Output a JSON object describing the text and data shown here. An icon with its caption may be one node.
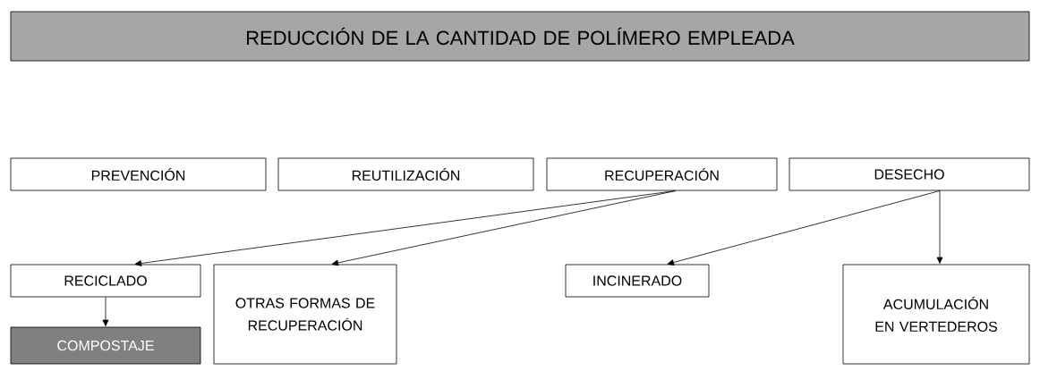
{
  "diagram": {
    "nodes": [
      {
        "text": [
          "REDUCCIÓN DE LA CANTIDAD DE POLÍMERO EMPLEADA"
        ]
      },
      {
        "text": [
          "PREVENCIÓN"
        ]
      },
      {
        "text": [
          "REUTILIZACIÓN"
        ]
      },
      {
        "text": [
          "RECUPERACIÓN"
        ]
      },
      {
        "text": [
          "DESECHO"
        ]
      },
      {
        "text": [
          "RECICLADO"
        ]
      },
      {
        "text": [
          "OTRAS FORMAS DE RECUPERACIÓN"
        ]
      },
      {
        "text": [
          "INCINERADO"
        ]
      },
      {
        "text": [
          "ACUMULACIÓN EN VERTEDEROS"
        ]
      },
      {
        "text": [
          "COMPOSTAJE"
        ]
      }
    ],
    "edges": [
      {
        "from": 3,
        "to": 5,
        "arrow": "to"
      },
      {
        "from": 3,
        "to": 6,
        "arrow": "to"
      },
      {
        "from": 4,
        "to": 7,
        "arrow": "to"
      },
      {
        "from": 4,
        "to": 8,
        "arrow": "to"
      },
      {
        "from": 5,
        "to": 9,
        "arrow": "to"
      }
    ]
  }
}
